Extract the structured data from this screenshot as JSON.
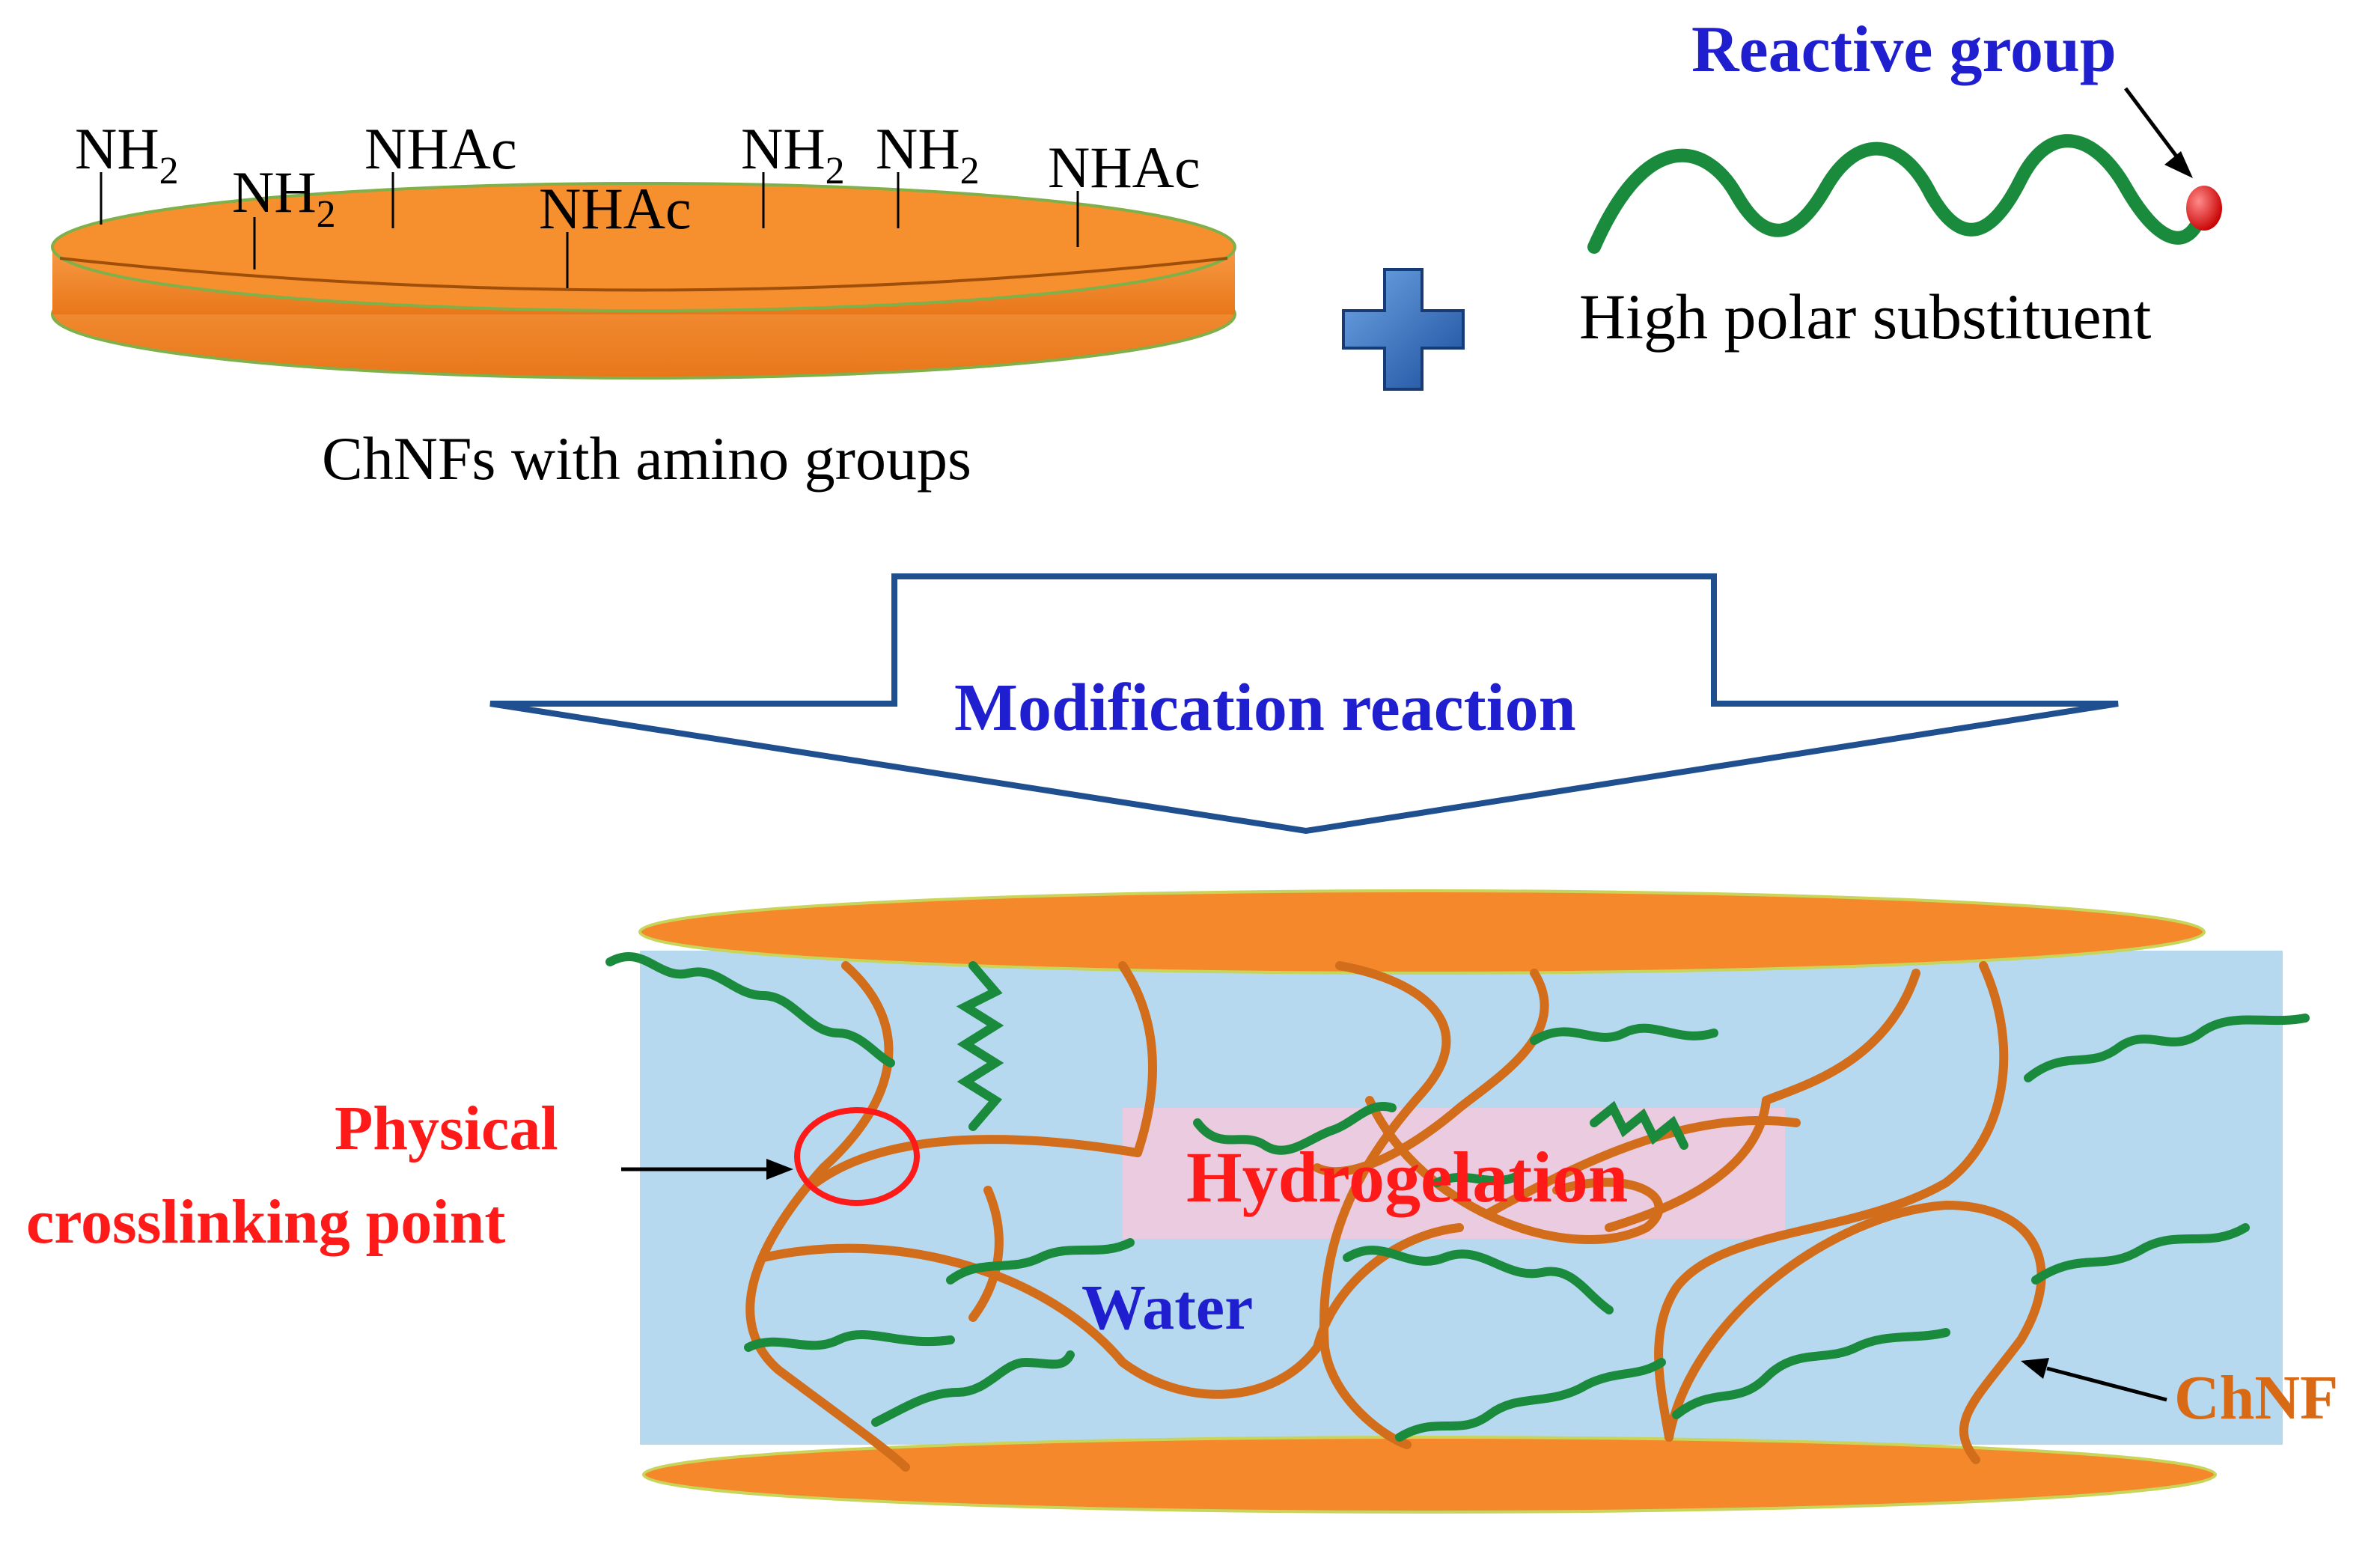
{
  "top_left": {
    "groups": [
      "NH",
      "NH",
      "NHAc",
      "NHAc",
      "NH",
      "NH",
      "NHAc"
    ],
    "subscript": "2",
    "caption": "ChNFs with amino groups"
  },
  "top_right": {
    "reactive_label": "Reactive group",
    "substituent_label": "High polar substituent"
  },
  "arrow": {
    "label": "Modification reaction"
  },
  "bottom": {
    "crosslink_line1": "Physical",
    "crosslink_line2": "crosslinking point",
    "hydrogelation": "Hydrogelation",
    "water": "Water",
    "chnf": "ChNF"
  },
  "colors": {
    "orange": "#f5882a",
    "orange_dark": "#d96a10",
    "green": "#1a8a3c",
    "blue_label": "#1f1fd0",
    "red_label": "#ff1a1a",
    "water": "#b7d9ef",
    "arrow_stroke": "#1f4f8f",
    "chnf_label": "#d86a16"
  }
}
